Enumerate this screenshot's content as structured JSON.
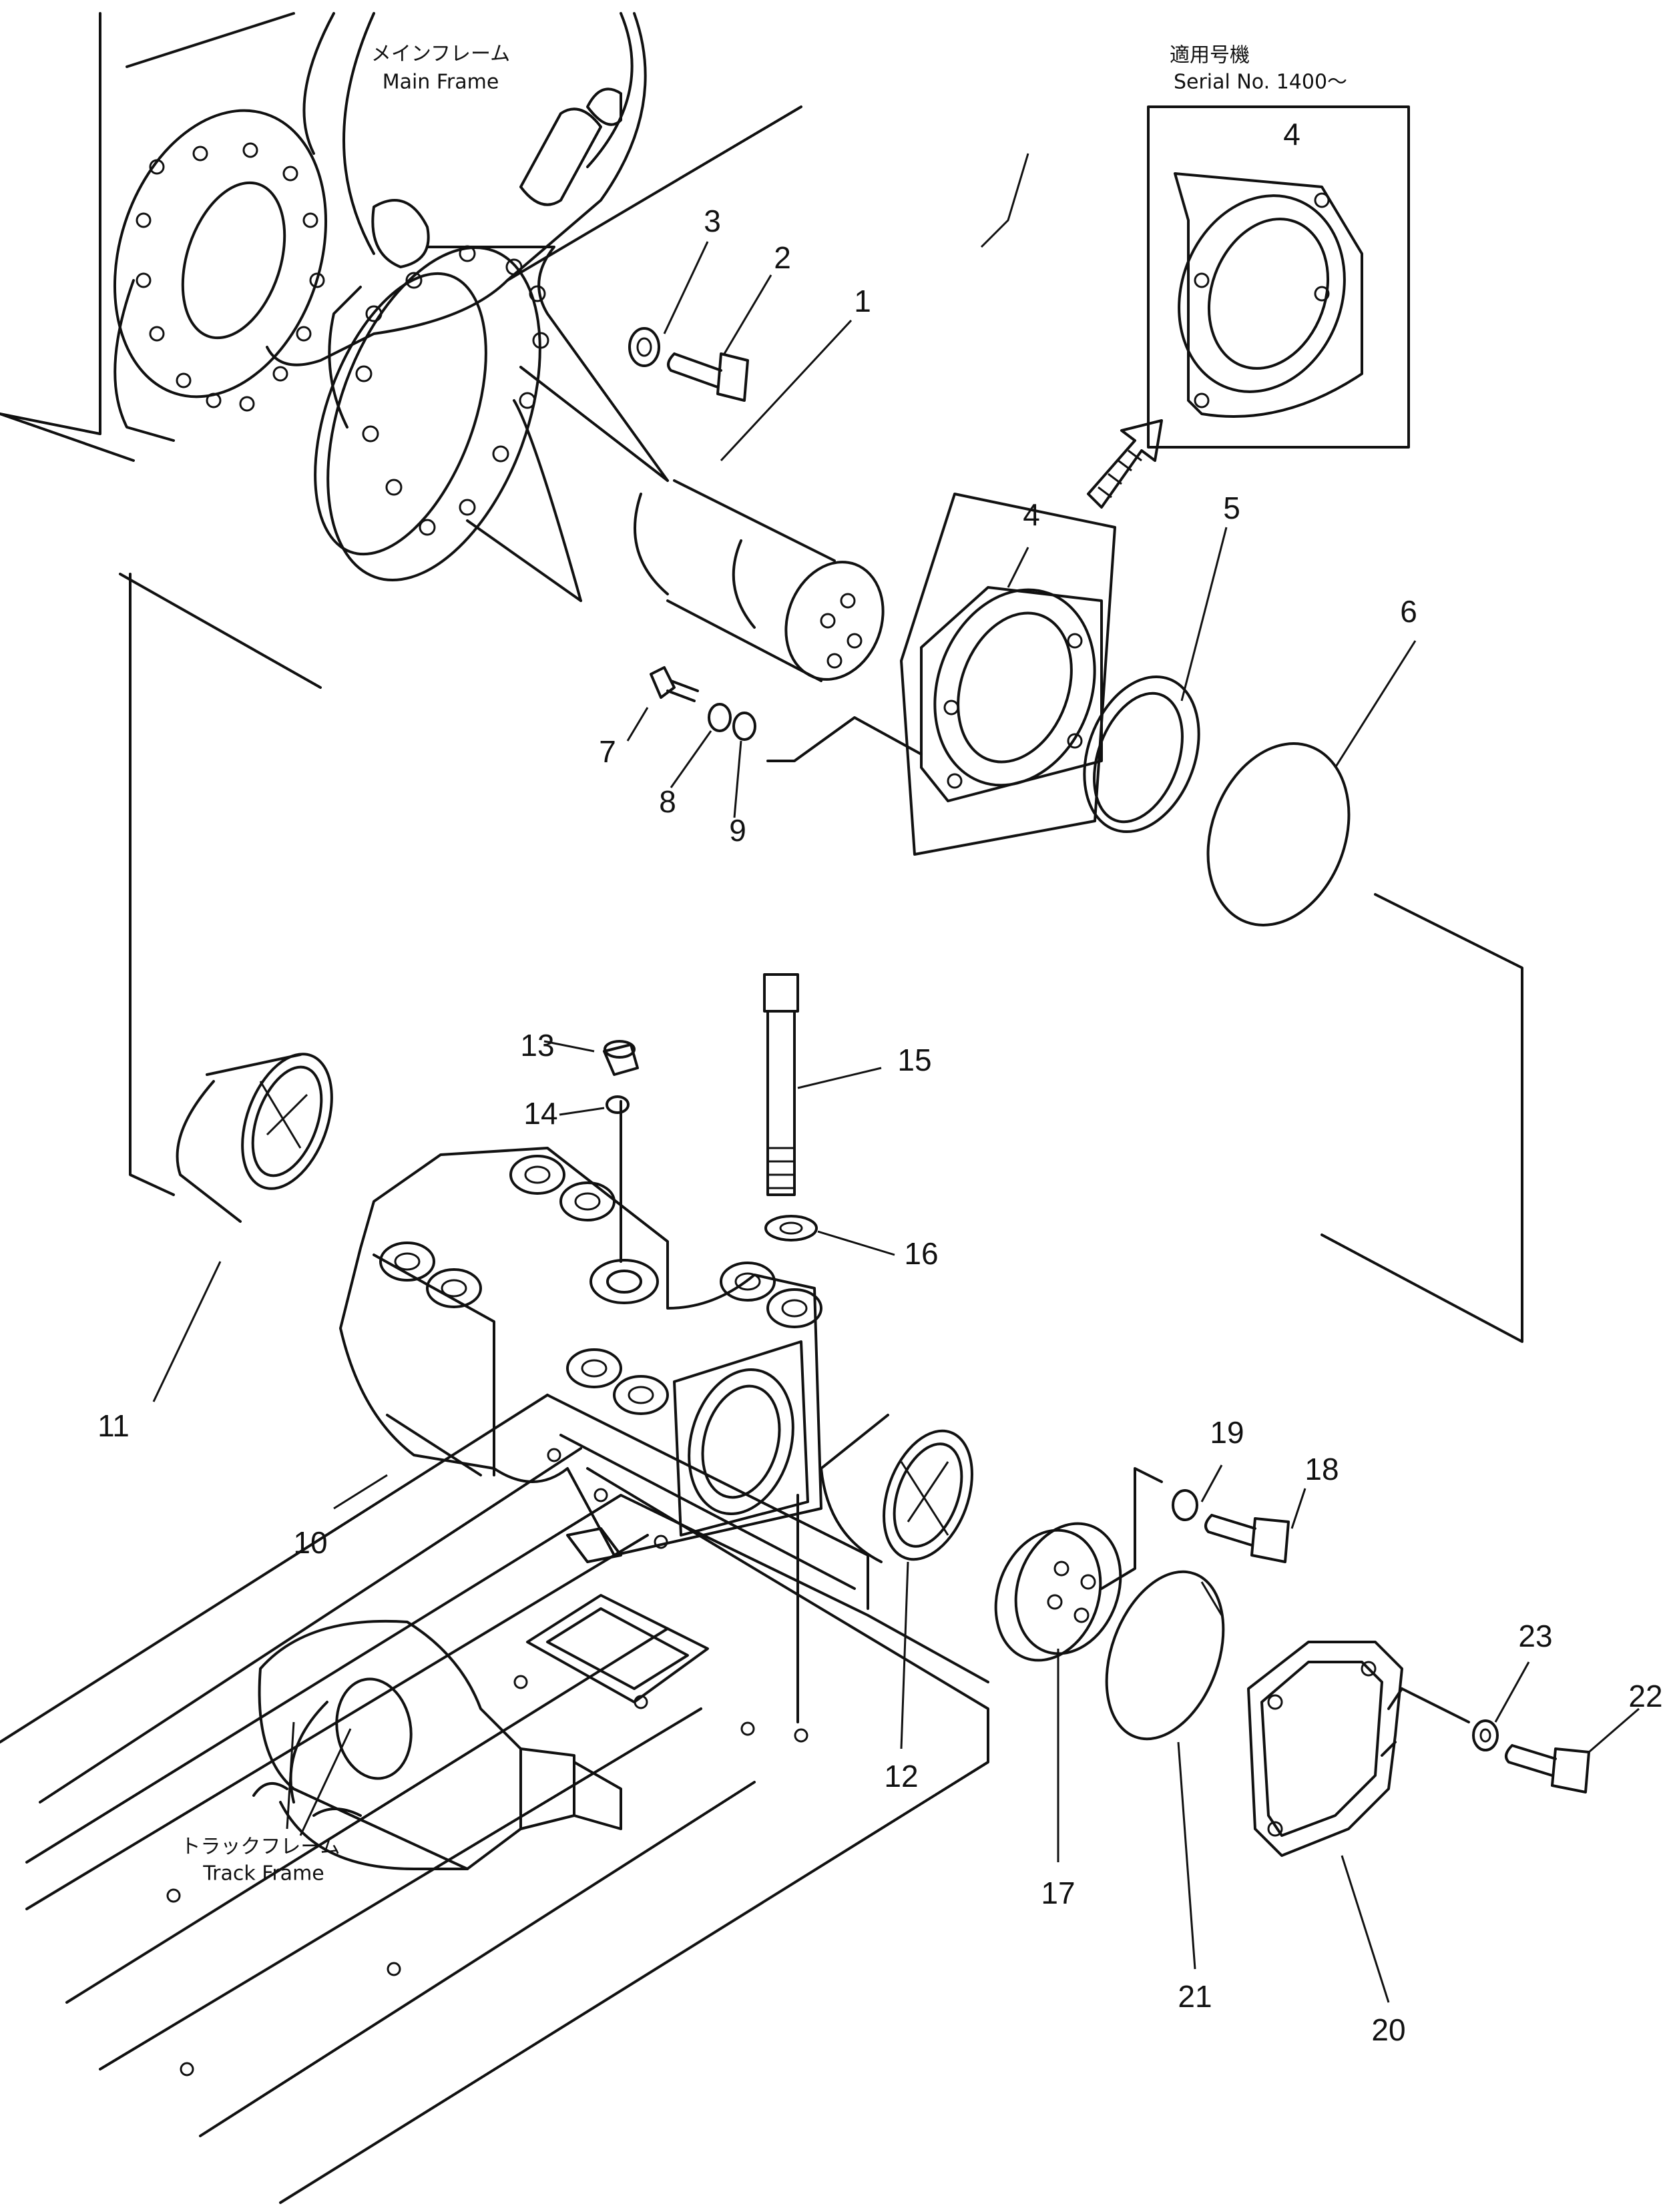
{
  "captions": {
    "main_frame_jp": "メインフレーム",
    "main_frame_en": "Main Frame",
    "track_frame_jp": "トラックフレーム",
    "track_frame_en": "Track Frame",
    "serial_jp": "適用号機",
    "serial_en": "Serial No. 1400～"
  },
  "labels": [
    {
      "id": "1",
      "text": "1"
    },
    {
      "id": "2",
      "text": "2"
    },
    {
      "id": "3",
      "text": "3"
    },
    {
      "id": "4a",
      "text": "4"
    },
    {
      "id": "4b",
      "text": "4"
    },
    {
      "id": "5",
      "text": "5"
    },
    {
      "id": "6",
      "text": "6"
    },
    {
      "id": "7",
      "text": "7"
    },
    {
      "id": "8",
      "text": "8"
    },
    {
      "id": "9",
      "text": "9"
    },
    {
      "id": "10",
      "text": "10"
    },
    {
      "id": "11",
      "text": "11"
    },
    {
      "id": "12",
      "text": "12"
    },
    {
      "id": "13",
      "text": "13"
    },
    {
      "id": "14",
      "text": "14"
    },
    {
      "id": "15",
      "text": "15"
    },
    {
      "id": "16",
      "text": "16"
    },
    {
      "id": "17",
      "text": "17"
    },
    {
      "id": "18",
      "text": "18"
    },
    {
      "id": "19",
      "text": "19"
    },
    {
      "id": "20",
      "text": "20"
    },
    {
      "id": "21",
      "text": "21"
    },
    {
      "id": "22",
      "text": "22"
    },
    {
      "id": "23",
      "text": "23"
    }
  ]
}
